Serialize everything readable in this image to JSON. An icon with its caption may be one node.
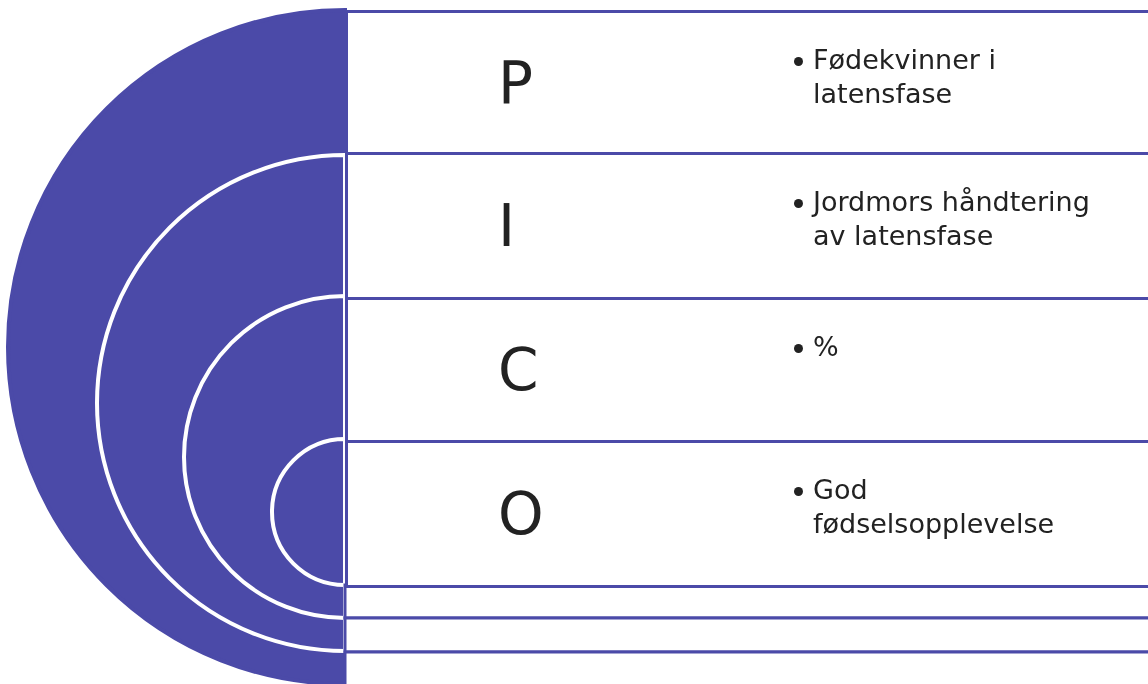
{
  "diagram": {
    "nodes": [
      {
        "text": [
          "P",
          "Fødekvinner i latensfase"
        ]
      },
      {
        "text": [
          "I",
          "Jordmors håndtering av latensfase"
        ]
      },
      {
        "text": [
          "C",
          "%"
        ]
      },
      {
        "text": [
          "O",
          "God fødselsopplevelse"
        ]
      }
    ]
  }
}
